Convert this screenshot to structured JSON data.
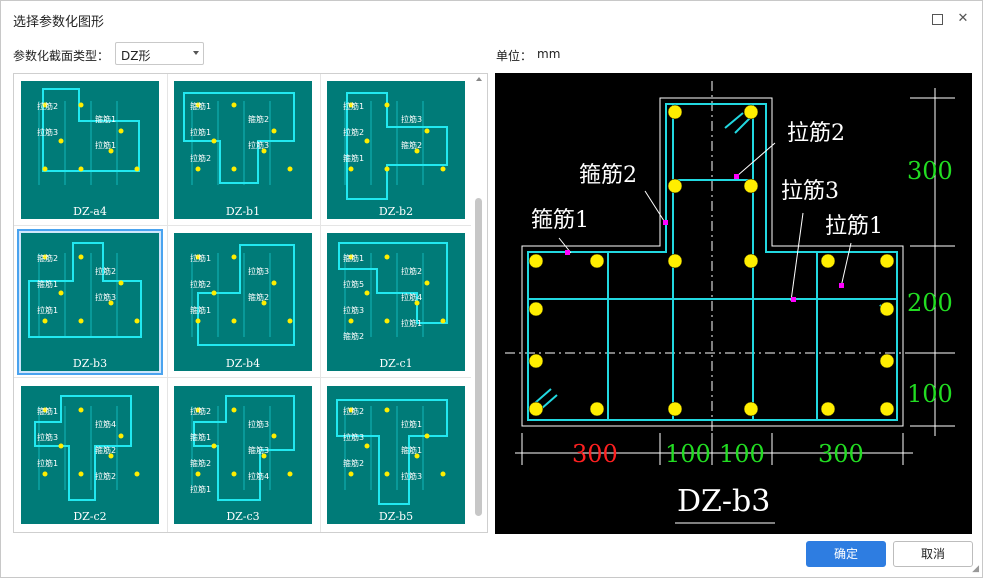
{
  "window": {
    "title": "选择参数化图形",
    "restore_icon": "restore-icon",
    "close_icon": "close-icon",
    "close_glyph": "✕"
  },
  "form": {
    "section_type_label": "参数化截面类型：",
    "section_type_value": "DZ形",
    "unit_label": "单位：",
    "unit_value": "mm"
  },
  "gallery": {
    "selected": "DZ-b3",
    "items": [
      {
        "name": "DZ-a4",
        "labels": [
          "拉筋2",
          "箍筋1",
          "拉筋3",
          "拉筋1"
        ]
      },
      {
        "name": "DZ-b1",
        "labels": [
          "箍筋1",
          "箍筋2",
          "拉筋1",
          "拉筋3",
          "拉筋2"
        ]
      },
      {
        "name": "DZ-b2",
        "labels": [
          "拉筋1",
          "拉筋3",
          "拉筋2",
          "箍筋2",
          "箍筋1"
        ]
      },
      {
        "name": "DZ-b3",
        "labels": [
          "箍筋2",
          "拉筋2",
          "箍筋1",
          "拉筋3",
          "拉筋1"
        ]
      },
      {
        "name": "DZ-b4",
        "labels": [
          "拉筋1",
          "拉筋3",
          "拉筋2",
          "箍筋2",
          "箍筋1"
        ]
      },
      {
        "name": "DZ-c1",
        "labels": [
          "箍筋1",
          "拉筋2",
          "拉筋5",
          "拉筋4",
          "拉筋3",
          "拉筋1",
          "箍筋2"
        ]
      },
      {
        "name": "DZ-c2",
        "labels": [
          "箍筋1",
          "拉筋4",
          "拉筋3",
          "箍筋2",
          "拉筋1",
          "拉筋2"
        ]
      },
      {
        "name": "DZ-c3",
        "labels": [
          "拉筋2",
          "拉筋3",
          "箍筋1",
          "箍筋3",
          "箍筋2",
          "拉筋4",
          "拉筋1"
        ]
      },
      {
        "name": "DZ-b5",
        "labels": [
          "拉筋2",
          "拉筋1",
          "拉筋3",
          "箍筋1",
          "箍筋2",
          "拉筋3"
        ]
      }
    ]
  },
  "preview": {
    "title": "DZ-b3",
    "labels": {
      "stirrup2": "箍筋2",
      "tie2": "拉筋2",
      "stirrup1": "箍筋1",
      "tie3": "拉筋3",
      "tie1": "拉筋1"
    },
    "dims_right": [
      "300",
      "200",
      "100"
    ],
    "dims_bottom": [
      "300",
      "100",
      "100",
      "300"
    ],
    "colors": {
      "editable_dim": "#ff2020",
      "dim": "#22dd22",
      "bar": "#ffee00",
      "stirrup": "#22d8e0",
      "label": "#ffffff",
      "marker": "#ff00ff"
    }
  },
  "buttons": {
    "ok": "确定",
    "cancel": "取消"
  },
  "colors": {
    "accent": "#2e7de1",
    "thumb_bg": "#007b78",
    "selection": "#4aa3ef"
  }
}
